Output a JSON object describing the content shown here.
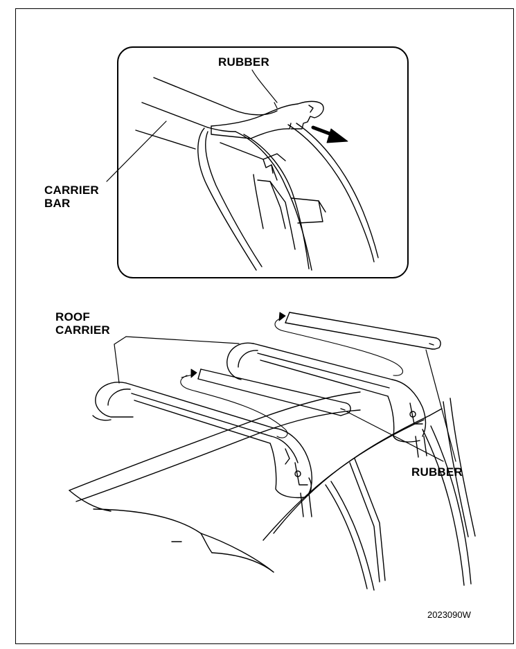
{
  "figure": {
    "inset_labels": {
      "rubber": "RUBBER",
      "carrier_bar": "CARRIER\nBAR"
    },
    "main_labels": {
      "roof_carrier": "ROOF\nCARRIER",
      "rubber": "RUBBER"
    },
    "figure_code": "2023090W",
    "icons": [
      "removal-arrow-icon",
      "slide-path-arrow-icon"
    ]
  }
}
